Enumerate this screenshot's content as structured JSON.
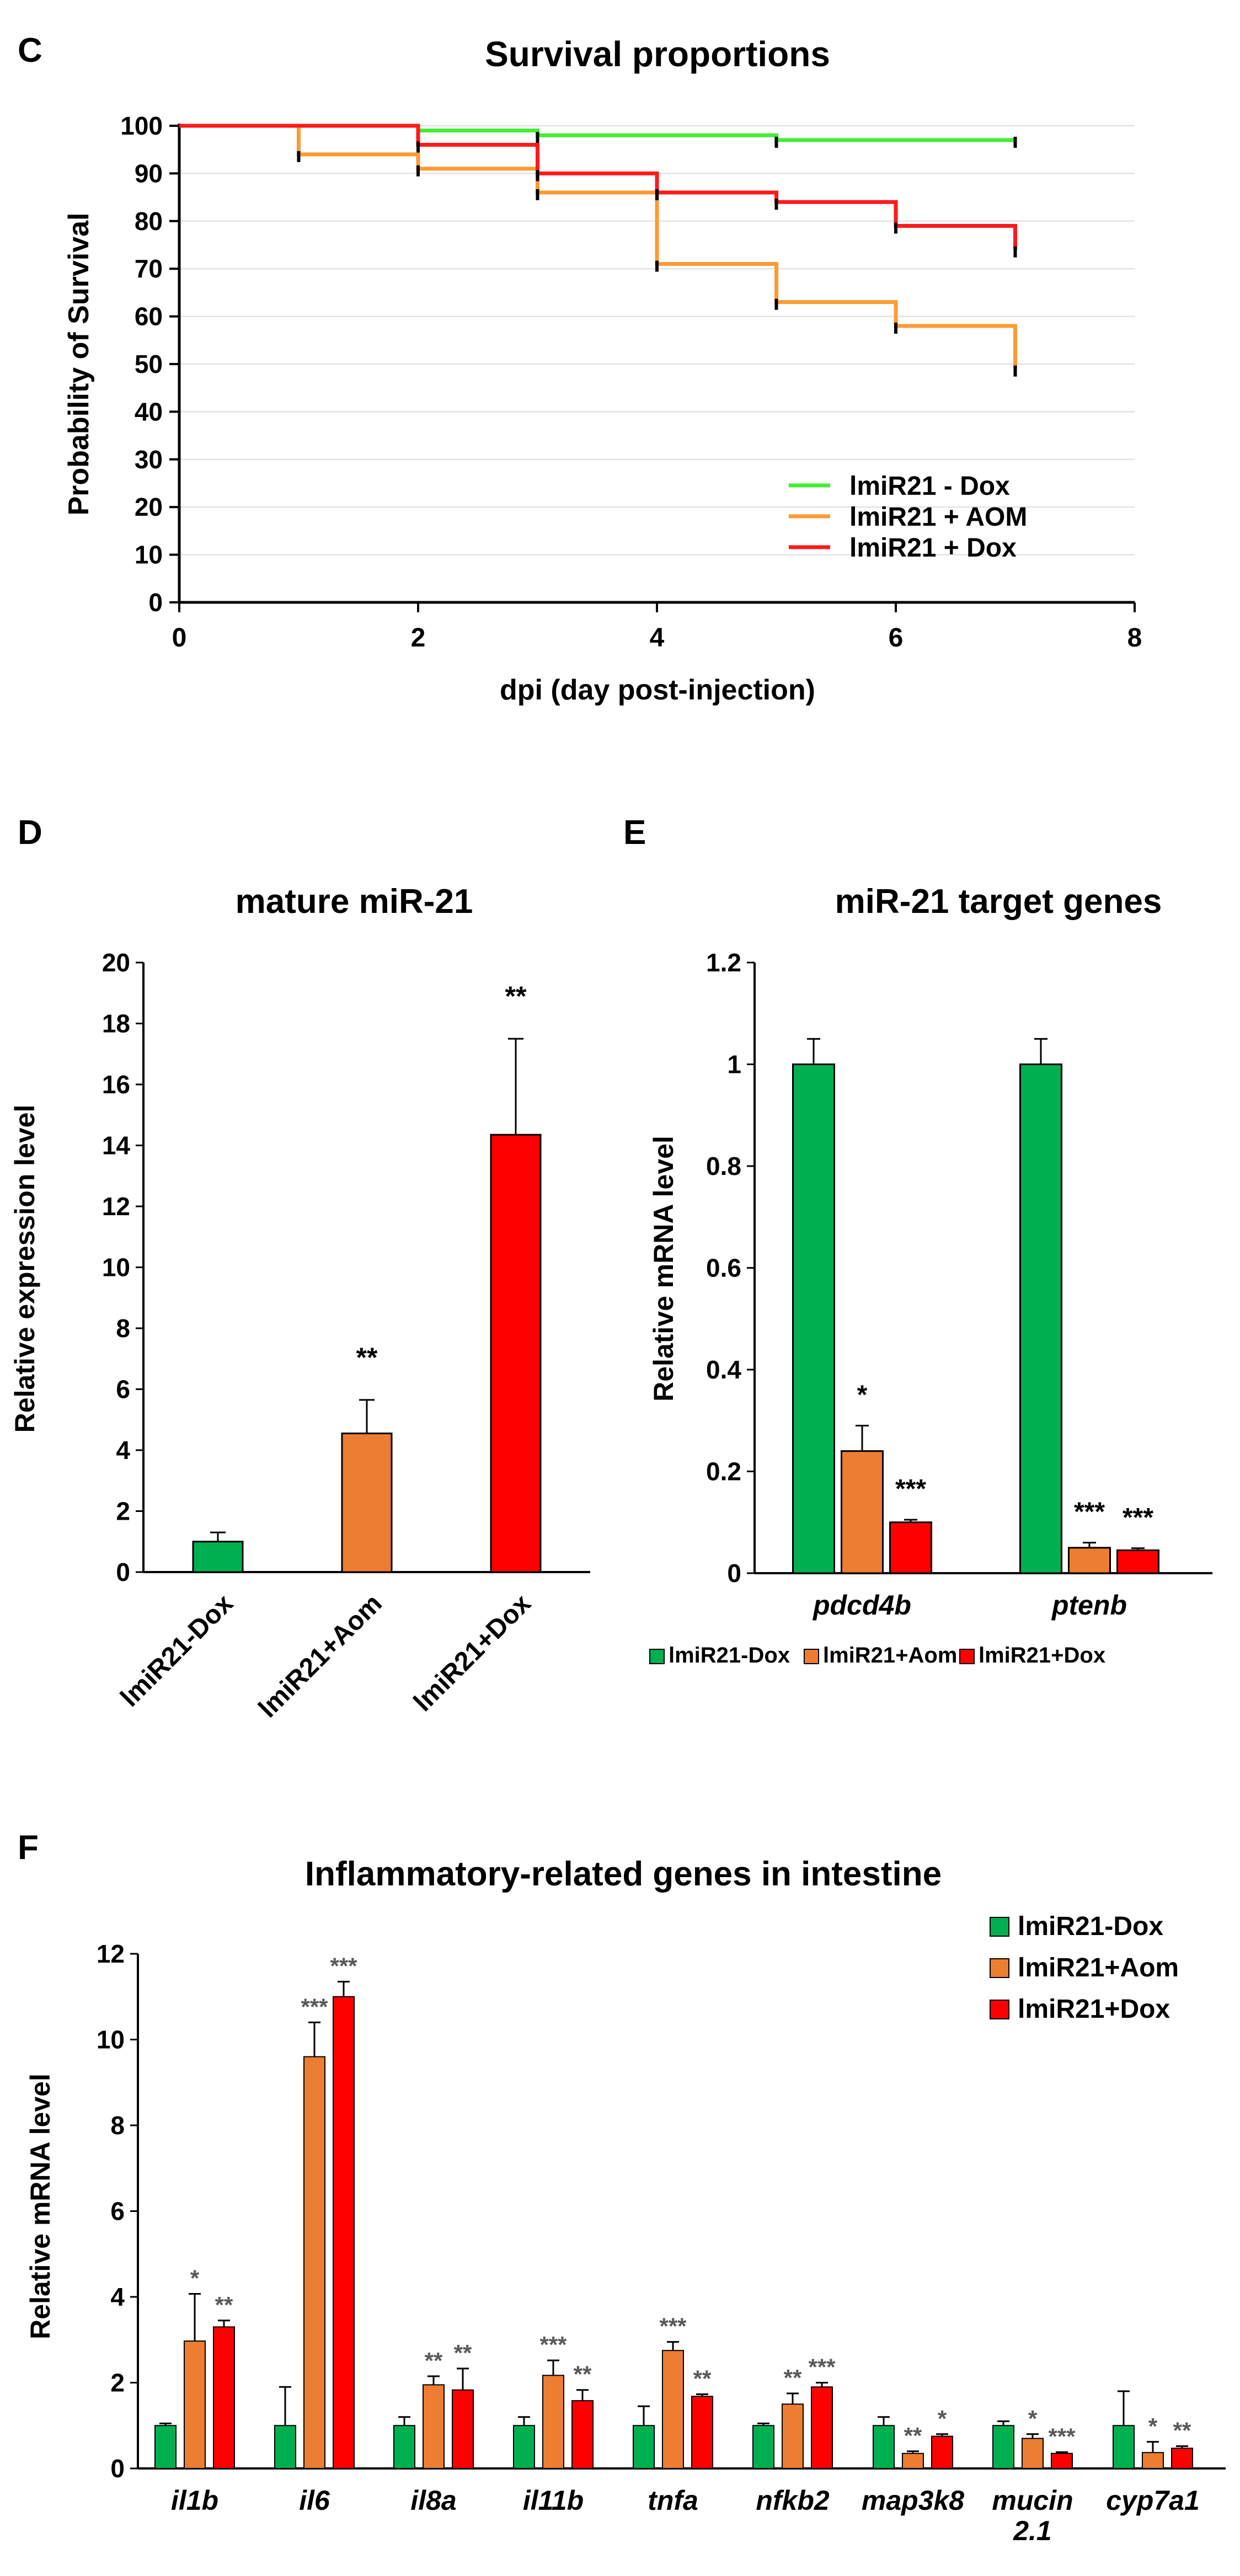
{
  "chart_data": [
    {
      "id": "C",
      "type": "line",
      "panel_letter": "C",
      "title": "Survival proportions",
      "xlabel": "dpi (day post-injection)",
      "ylabel": "Probability of Survival",
      "xlim": [
        0,
        8
      ],
      "ylim": [
        0,
        100
      ],
      "xticks": [
        "0",
        "2",
        "4",
        "6",
        "8"
      ],
      "yticks": [
        "0",
        "10",
        "20",
        "30",
        "40",
        "50",
        "60",
        "70",
        "80",
        "90",
        "100"
      ],
      "grid": "horizontal",
      "legend_position": "bottom-right",
      "step": true,
      "series": [
        {
          "name": "lmiR21 - Dox",
          "color": "#44ee33",
          "x": [
            0,
            2,
            3,
            5,
            7
          ],
          "y": [
            100,
            99,
            98,
            97,
            97
          ],
          "censor_x": [
            2,
            3,
            5,
            7
          ]
        },
        {
          "name": "lmiR21 + AOM",
          "color": "#ff9a33",
          "x": [
            0,
            1,
            2,
            3,
            4,
            5,
            6,
            7
          ],
          "y": [
            100,
            94,
            91,
            86,
            71,
            63,
            58,
            49
          ],
          "censor_x": [
            1,
            2,
            3,
            4,
            5,
            6,
            7
          ]
        },
        {
          "name": "lmiR21 + Dox",
          "color": "#ff1a1a",
          "x": [
            0,
            2,
            3,
            4,
            5,
            6,
            7
          ],
          "y": [
            100,
            96,
            90,
            86,
            84,
            79,
            74
          ],
          "censor_x": [
            2,
            3,
            4,
            5,
            6,
            7
          ]
        }
      ]
    },
    {
      "id": "D",
      "type": "bar",
      "panel_letter": "D",
      "title": "mature miR-21",
      "ylabel": "Relative expression level",
      "ylim": [
        0,
        20
      ],
      "yticks": [
        "0",
        "2",
        "4",
        "6",
        "8",
        "10",
        "12",
        "14",
        "16",
        "18",
        "20"
      ],
      "categories": [
        "lmiR21-Dox",
        "lmiR21+Aom",
        "lmiR21+Dox"
      ],
      "values": [
        1.0,
        4.55,
        14.35
      ],
      "errors": [
        0.3,
        1.1,
        3.15
      ],
      "colors": [
        "#00b050",
        "#ed7d31",
        "#ff0000"
      ],
      "significance": [
        "",
        "**",
        "**"
      ]
    },
    {
      "id": "E",
      "type": "bar",
      "panel_letter": "E",
      "title": "miR-21  target genes",
      "ylabel": "Relative mRNA level",
      "ylim": [
        0,
        1.2
      ],
      "yticks": [
        "0",
        "0.2",
        "0.4",
        "0.6",
        "0.8",
        "1",
        "1.2"
      ],
      "categories": [
        "pdcd4b",
        "ptenb"
      ],
      "legend_position": "bottom",
      "series": [
        {
          "name": "lmiR21-Dox",
          "color": "#00b050",
          "values": [
            1.0,
            1.0
          ],
          "errors": [
            0.05,
            0.05
          ],
          "significance": [
            "",
            ""
          ]
        },
        {
          "name": "lmiR21+Aom",
          "color": "#ed7d31",
          "values": [
            0.24,
            0.05
          ],
          "errors": [
            0.05,
            0.01
          ],
          "significance": [
            "*",
            "***"
          ]
        },
        {
          "name": "lmiR21+Dox",
          "color": "#ff0000",
          "values": [
            0.1,
            0.045
          ],
          "errors": [
            0.005,
            0.004
          ],
          "significance": [
            "***",
            "***"
          ]
        }
      ]
    },
    {
      "id": "F",
      "type": "bar",
      "panel_letter": "F",
      "title": "Inflammatory-related genes in intestine",
      "ylabel": "Relative mRNA level",
      "ylim": [
        0,
        12
      ],
      "yticks": [
        "0",
        "2",
        "4",
        "6",
        "8",
        "10",
        "12"
      ],
      "categories": [
        "il1b",
        "il6",
        "il8a",
        "il11b",
        "tnfa",
        "nfkb2",
        "map3k8",
        "mucin\n2.1",
        "cyp7a1"
      ],
      "legend_position": "top-right",
      "series": [
        {
          "name": "lmiR21-Dox",
          "color": "#00b050",
          "values": [
            1.0,
            1.0,
            1.0,
            1.0,
            1.0,
            1.0,
            1.0,
            1.0,
            1.0
          ],
          "errors": [
            0.05,
            0.9,
            0.2,
            0.2,
            0.45,
            0.05,
            0.2,
            0.1,
            0.8
          ],
          "significance": [
            "",
            "",
            "",
            "",
            "",
            "",
            "",
            "",
            ""
          ]
        },
        {
          "name": "lmiR21+Aom",
          "color": "#ed7d31",
          "values": [
            2.97,
            9.6,
            1.95,
            2.17,
            2.75,
            1.5,
            0.35,
            0.7,
            0.37
          ],
          "errors": [
            1.1,
            0.8,
            0.2,
            0.35,
            0.2,
            0.25,
            0.05,
            0.1,
            0.25
          ],
          "significance": [
            "*",
            "***",
            "**",
            "***",
            "***",
            "**",
            "**",
            "*",
            "*"
          ]
        },
        {
          "name": "lmiR21+Dox",
          "color": "#ff0000",
          "values": [
            3.3,
            11.0,
            1.83,
            1.58,
            1.68,
            1.9,
            0.75,
            0.35,
            0.47
          ],
          "errors": [
            0.15,
            0.35,
            0.5,
            0.25,
            0.05,
            0.1,
            0.05,
            0.03,
            0.05
          ],
          "significance": [
            "**",
            "***",
            "**",
            "**",
            "**",
            "***",
            "*",
            "***",
            "**"
          ]
        }
      ]
    }
  ]
}
